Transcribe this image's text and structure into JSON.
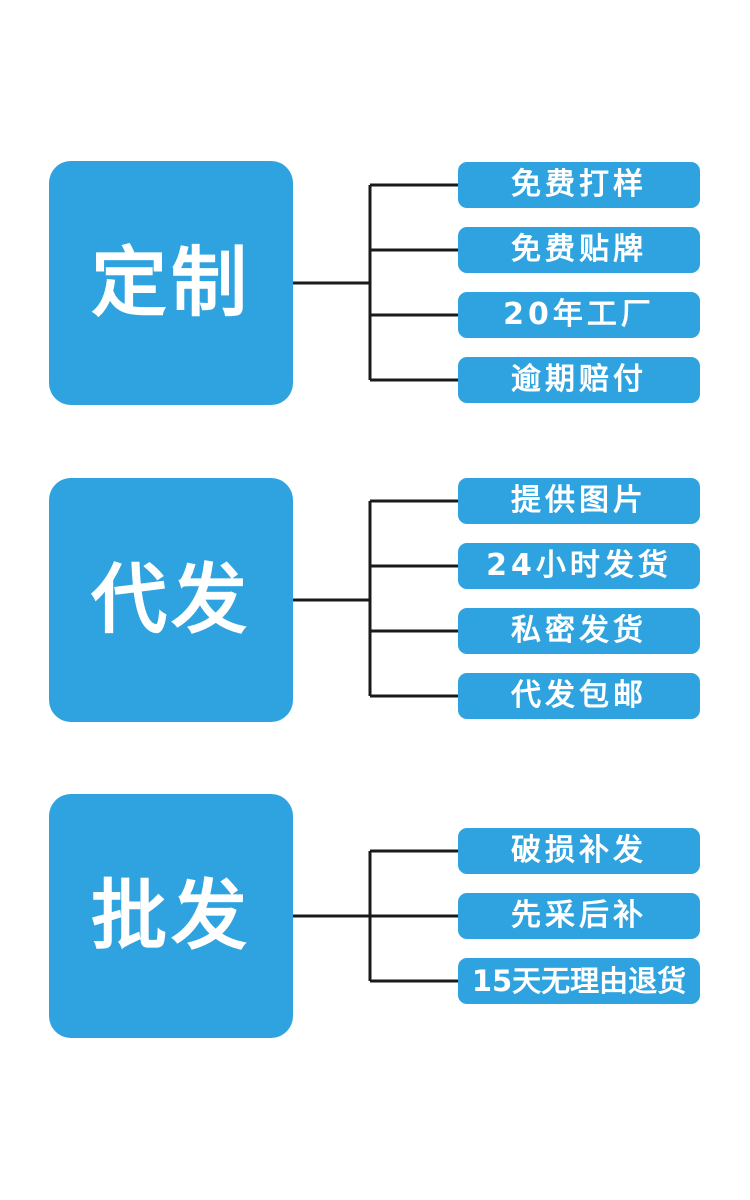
{
  "colors": {
    "box_fill": "#2fa3e0",
    "text": "#ffffff",
    "connector": "#1a1a1a",
    "background": "#ffffff"
  },
  "groups": [
    {
      "title": "定制",
      "items": [
        "免费打样",
        "免费贴牌",
        "20年工厂",
        "逾期赔付"
      ]
    },
    {
      "title": "代发",
      "items": [
        "提供图片",
        "24小时发货",
        "私密发货",
        "代发包邮"
      ]
    },
    {
      "title": "批发",
      "items": [
        "破损补发",
        "先采后补",
        "15天无理由退货"
      ]
    }
  ]
}
